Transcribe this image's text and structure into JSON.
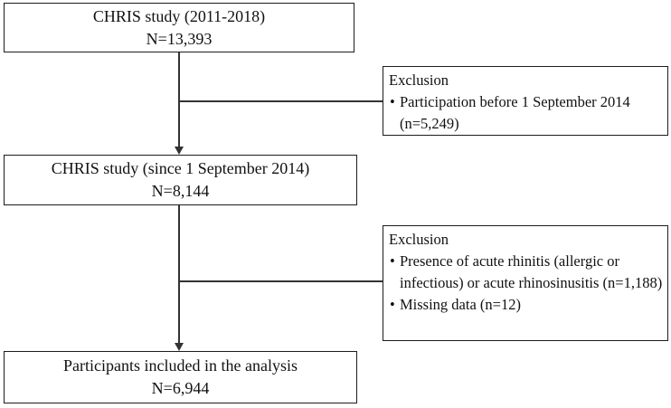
{
  "flowchart": {
    "type": "study-flow-diagram",
    "bullet_glyph": "•",
    "colors": {
      "background": "#ffffff",
      "box_border": "#1c1c1c",
      "text": "#111111",
      "connector_line": "#333333"
    },
    "main_boxes": [
      {
        "id": "top",
        "title": "CHRIS study (2011-2018)",
        "count": "N=13,393"
      },
      {
        "id": "middle",
        "title": "CHRIS study (since 1 September 2014)",
        "count": "N=8,144"
      },
      {
        "id": "bottom",
        "title": "Participants included in the analysis",
        "count": "N=6,944"
      }
    ],
    "exclusion_boxes": [
      {
        "heading": "Exclusion",
        "items": [
          "Participation before 1 September 2014 (n=5,249)"
        ]
      },
      {
        "heading": "Exclusion",
        "items": [
          "Presence of acute rhinitis (allergic or infectious) or acute rhinosinusitis (n=1,188)",
          "Missing data (n=12)"
        ]
      }
    ]
  }
}
